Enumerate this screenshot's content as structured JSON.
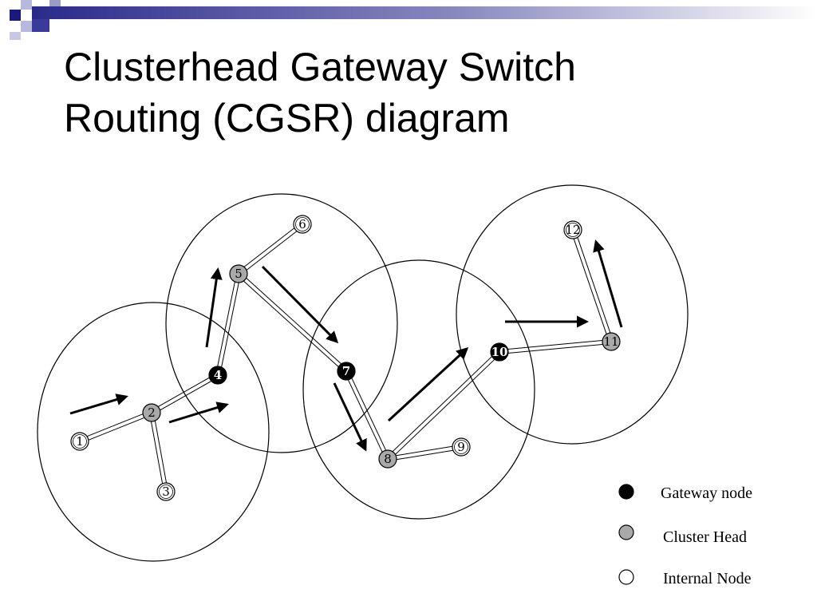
{
  "slide": {
    "title_line1": "Clusterhead Gateway Switch",
    "title_line2": "Routing (CGSR) diagram"
  },
  "colors": {
    "gateway": "#000000",
    "cluster_head": "#a9a9a9",
    "internal": "#ffffff",
    "deco_dark": "#1a1a7a",
    "deco_light": "#9c9cc8"
  },
  "nodes": [
    {
      "id": "n1",
      "label": "1",
      "role": "internal"
    },
    {
      "id": "n2",
      "label": "2",
      "role": "cluster_head"
    },
    {
      "id": "n3",
      "label": "3",
      "role": "internal"
    },
    {
      "id": "n4",
      "label": "4",
      "role": "gateway"
    },
    {
      "id": "n5",
      "label": "5",
      "role": "cluster_head"
    },
    {
      "id": "n6",
      "label": "6",
      "role": "internal"
    },
    {
      "id": "n7",
      "label": "7",
      "role": "gateway"
    },
    {
      "id": "n8",
      "label": "8",
      "role": "cluster_head"
    },
    {
      "id": "n9",
      "label": "9",
      "role": "internal"
    },
    {
      "id": "n10",
      "label": "10",
      "role": "gateway"
    },
    {
      "id": "n11",
      "label": "11",
      "role": "cluster_head"
    },
    {
      "id": "n12",
      "label": "12",
      "role": "internal"
    }
  ],
  "edges": [
    [
      "1",
      "2"
    ],
    [
      "2",
      "3"
    ],
    [
      "2",
      "4"
    ],
    [
      "4",
      "5"
    ],
    [
      "5",
      "6"
    ],
    [
      "5",
      "7"
    ],
    [
      "7",
      "8"
    ],
    [
      "8",
      "9"
    ],
    [
      "8",
      "10"
    ],
    [
      "10",
      "11"
    ],
    [
      "11",
      "12"
    ]
  ],
  "legend": {
    "gateway": "Gateway node",
    "cluster_head": "Cluster Head",
    "internal": "Internal Node"
  }
}
